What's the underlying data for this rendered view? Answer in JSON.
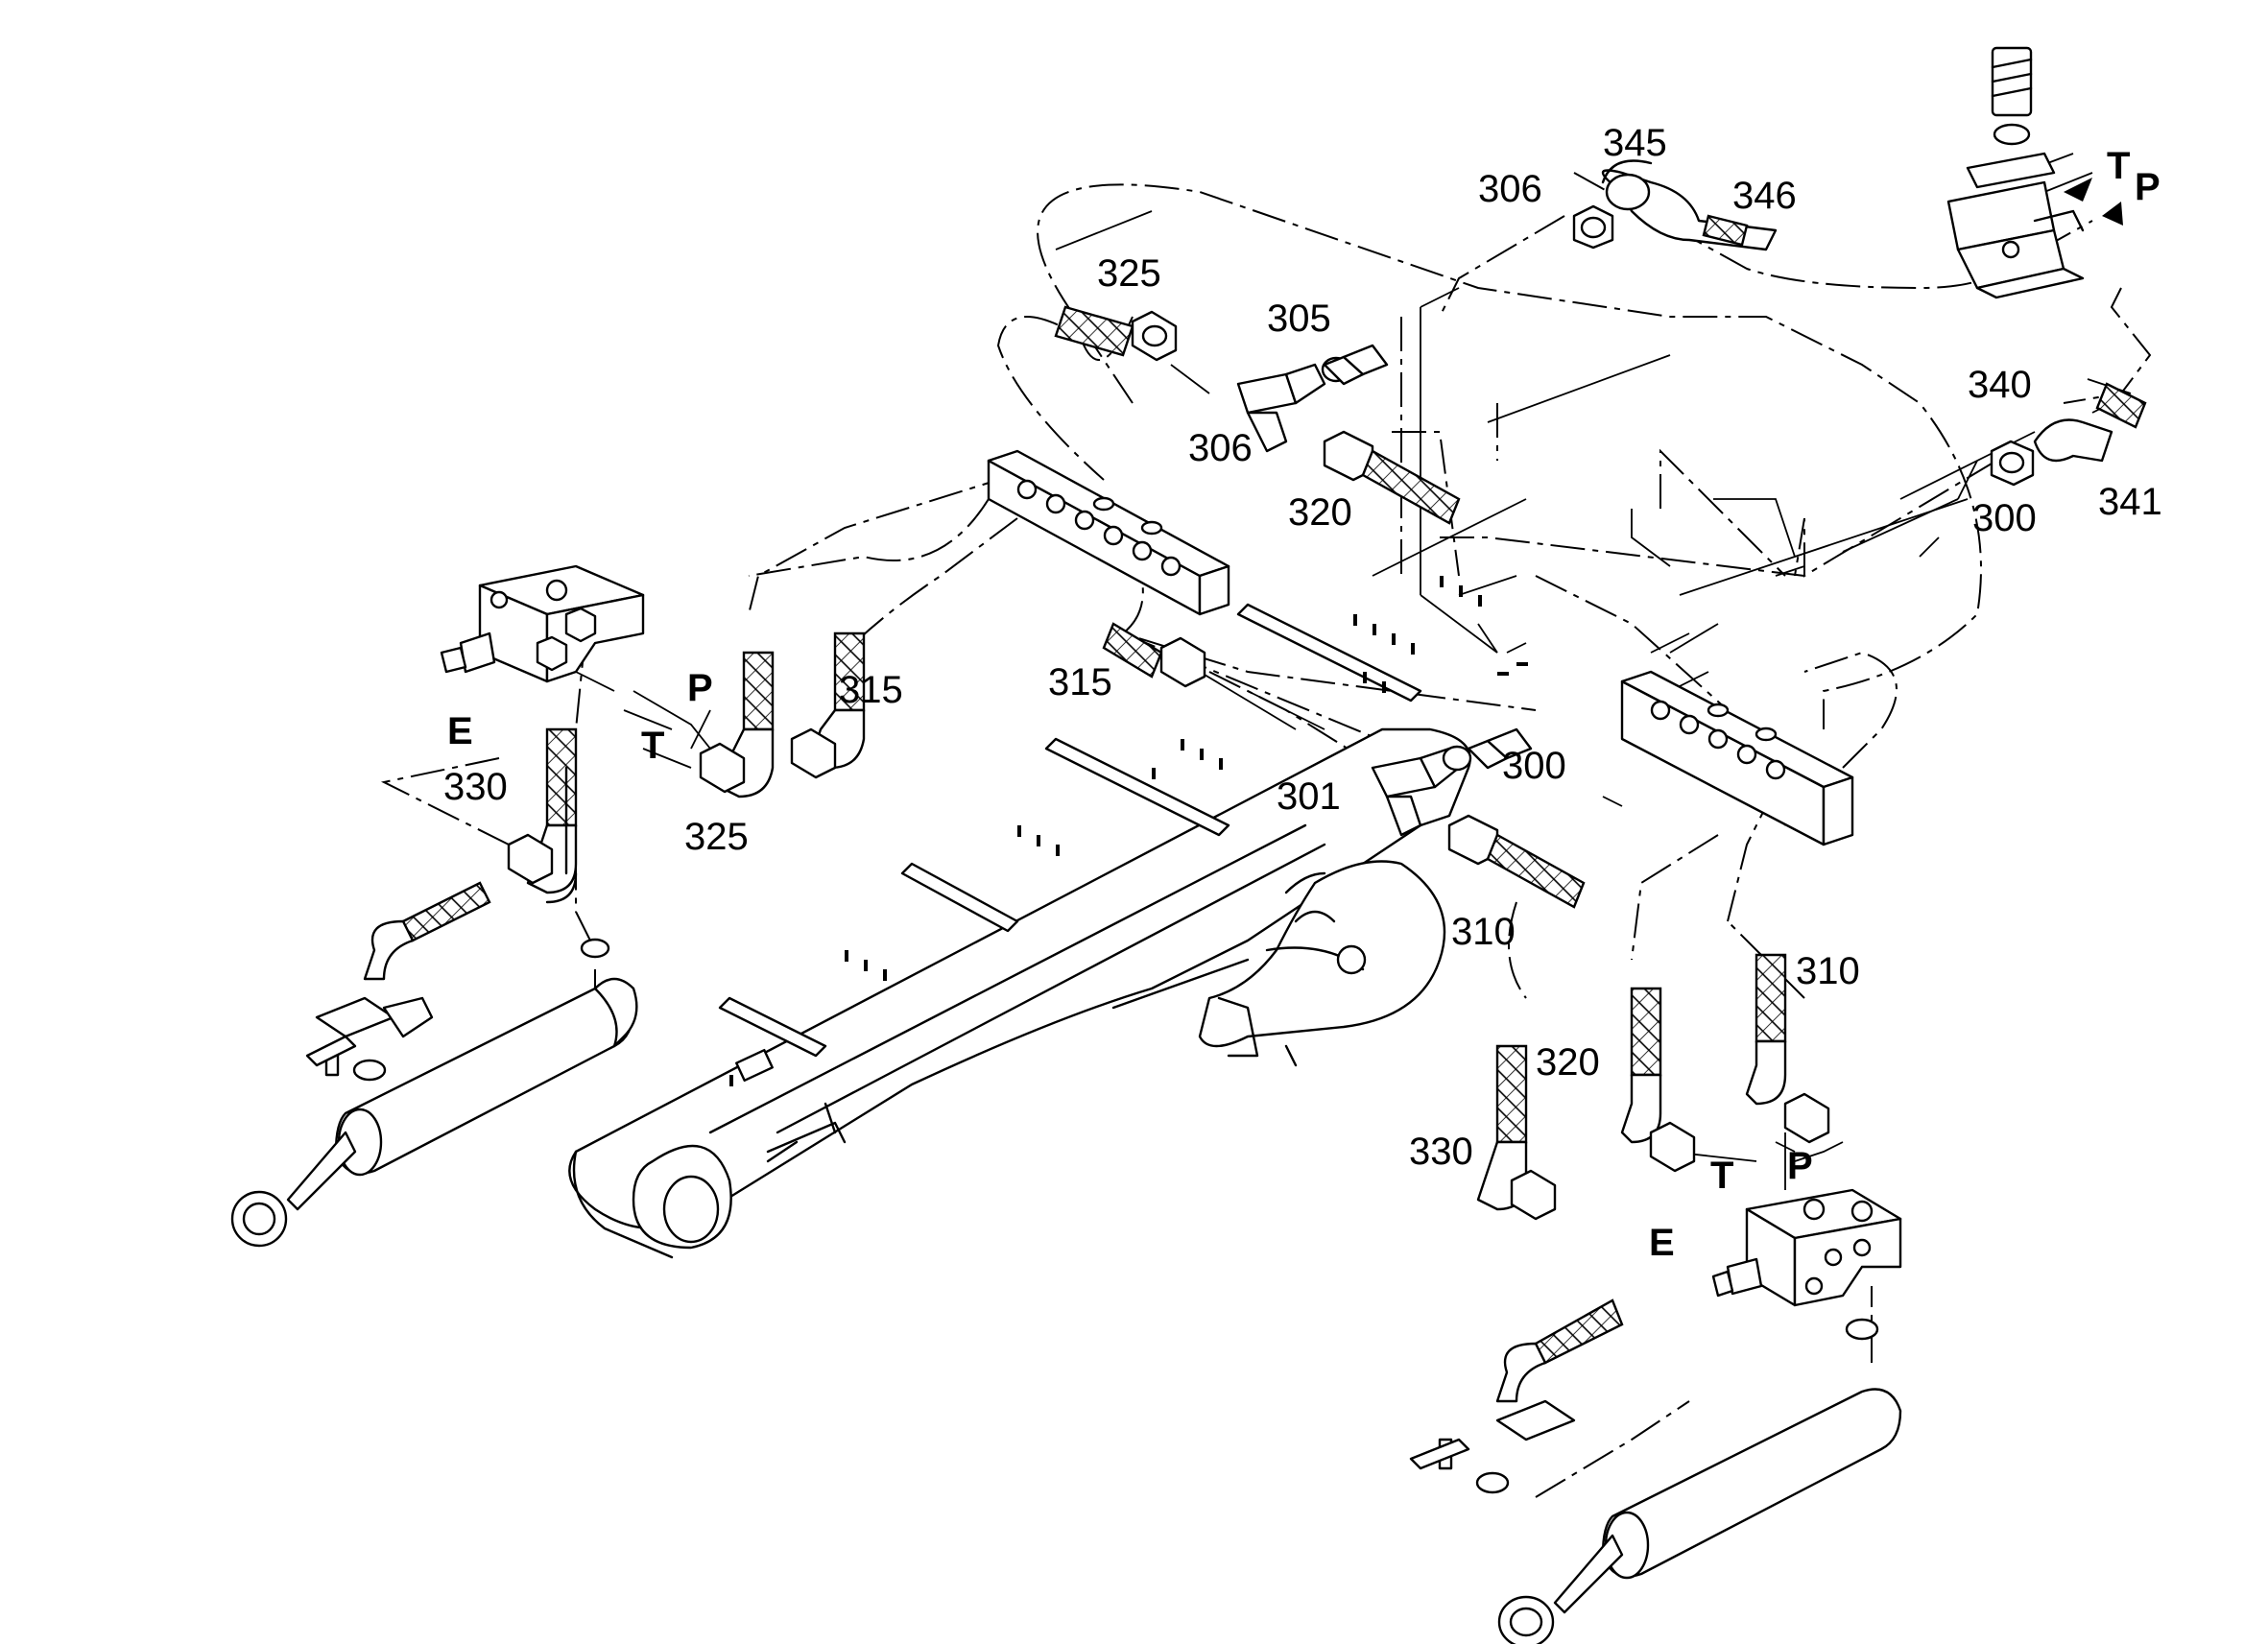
{
  "labels": {
    "t_300_mid": "300",
    "t_300_right": "300",
    "t_301": "301",
    "t_305": "305",
    "t_306_top": "306",
    "t_306_mid": "306",
    "t_310_mid": "310",
    "t_310_right": "310",
    "t_315_left": "315",
    "t_315_mid": "315",
    "t_320_mid": "320",
    "t_320_right": "320",
    "t_325_top": "325",
    "t_325_left": "325",
    "t_330_left": "330",
    "t_330_right": "330",
    "t_340": "340",
    "t_341": "341",
    "t_345": "345",
    "t_346": "346"
  },
  "ports": {
    "e_left": "E",
    "t_left": "T",
    "p_left": "P",
    "e_right": "E",
    "t_right": "T",
    "p_right": "P",
    "t_supply": "T",
    "p_supply": "P"
  }
}
